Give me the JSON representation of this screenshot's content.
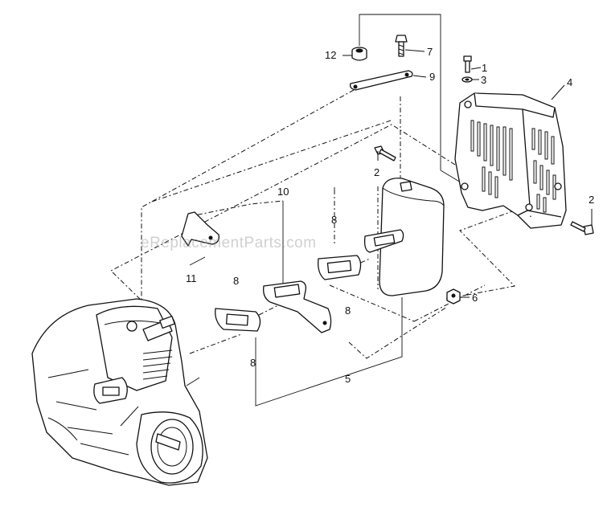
{
  "watermark": "eReplacementParts.com",
  "callouts": [
    {
      "id": "c12",
      "label": "12"
    },
    {
      "id": "c7",
      "label": "7"
    },
    {
      "id": "c9",
      "label": "9"
    },
    {
      "id": "c1",
      "label": "1"
    },
    {
      "id": "c3",
      "label": "3"
    },
    {
      "id": "c4",
      "label": "4"
    },
    {
      "id": "c2a",
      "label": "2"
    },
    {
      "id": "c2b",
      "label": "2"
    },
    {
      "id": "c10",
      "label": "10"
    },
    {
      "id": "c8a",
      "label": "8"
    },
    {
      "id": "c8b",
      "label": "8"
    },
    {
      "id": "c8c",
      "label": "8"
    },
    {
      "id": "c8d",
      "label": "8"
    },
    {
      "id": "c11",
      "label": "11"
    },
    {
      "id": "c6",
      "label": "6"
    },
    {
      "id": "c5",
      "label": "5"
    }
  ]
}
